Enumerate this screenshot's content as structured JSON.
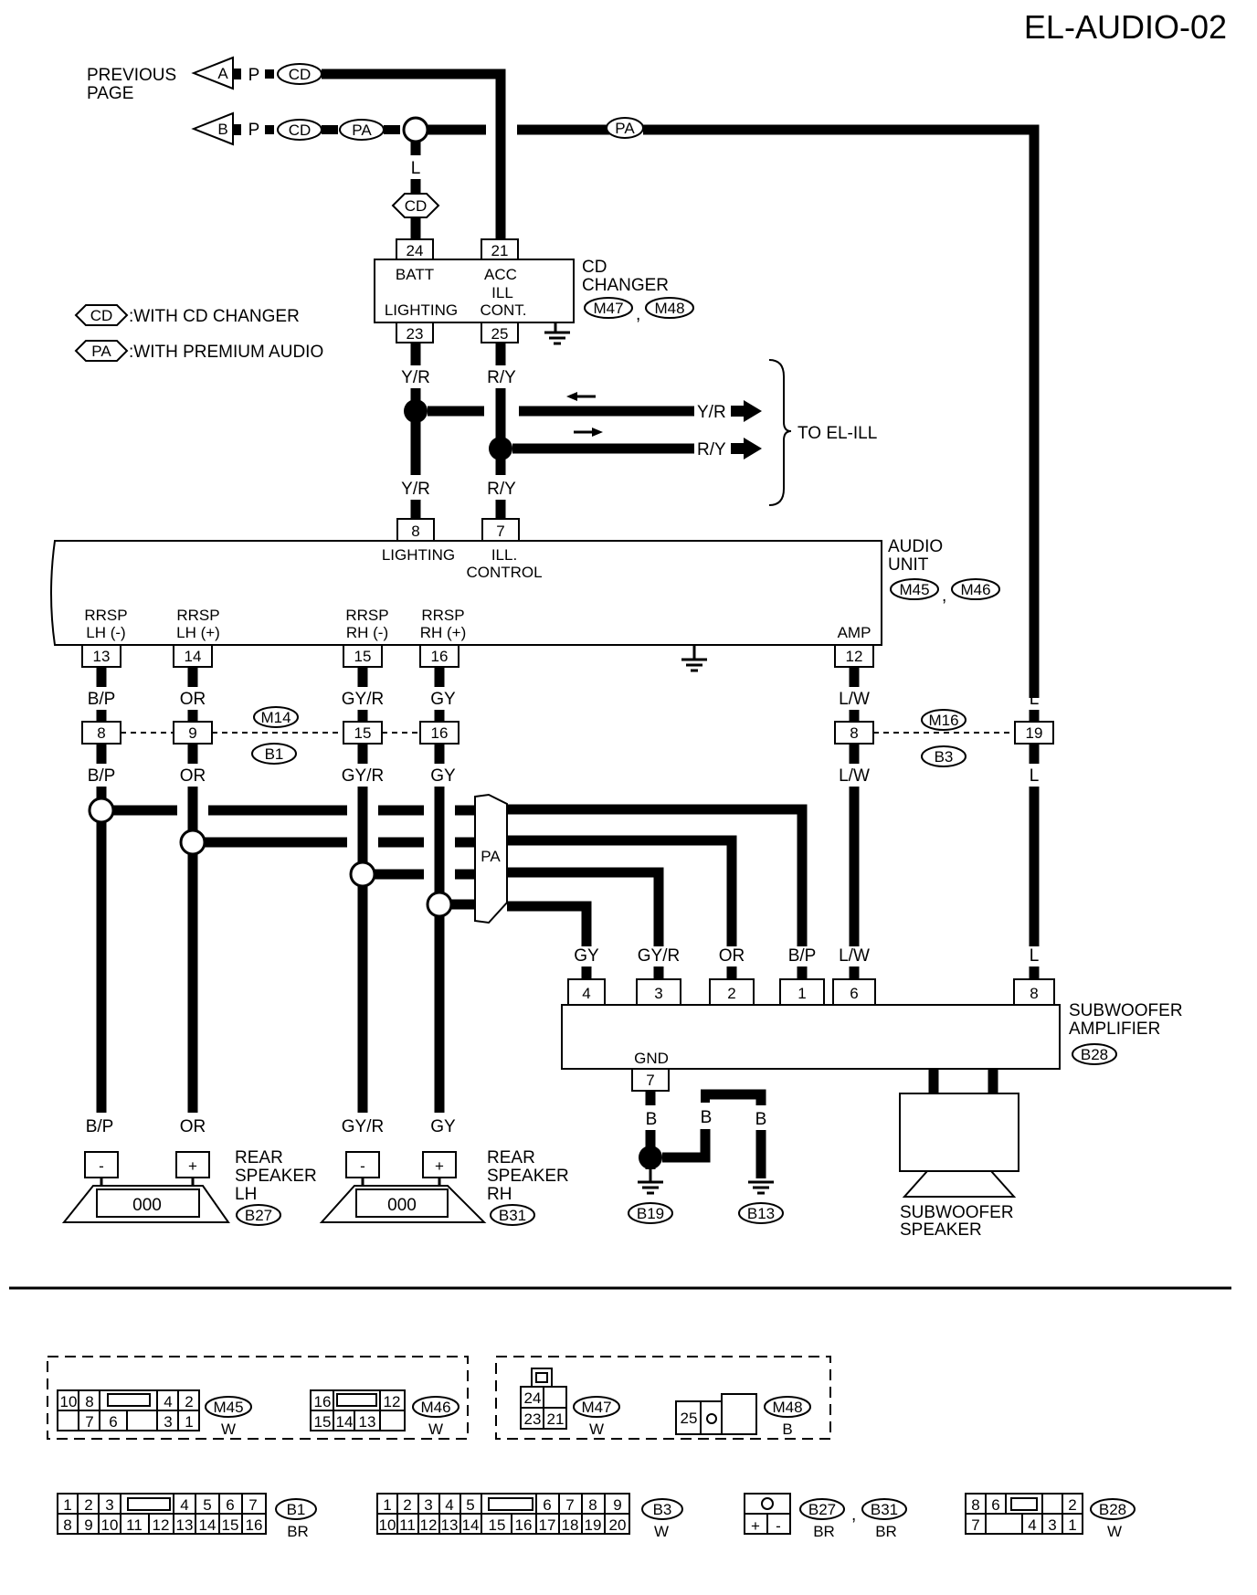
{
  "title": "EL-AUDIO-02",
  "previous_page": [
    "PREVIOUS",
    "PAGE"
  ],
  "arrows": {
    "a": "A",
    "b": "B"
  },
  "legend": {
    "cd": "CD",
    "pa": "PA",
    "cd_text": ":WITH CD CHANGER",
    "pa_text": ":WITH PREMIUM AUDIO"
  },
  "to_el_ill": "TO EL-ILL",
  "cd_changer": {
    "name": [
      "CD",
      "CHANGER"
    ],
    "connectors": [
      "M47",
      "M48"
    ],
    "labels": {
      "batt": "BATT",
      "acc": "ACC",
      "ill": "ILL",
      "lighting": "LIGHTING",
      "cont": "CONT."
    },
    "pins": {
      "batt": "24",
      "acc": "21",
      "lighting": "23",
      "ill": "25"
    }
  },
  "audio_unit": {
    "name": [
      "AUDIO",
      "UNIT"
    ],
    "connectors": [
      "M45",
      "M46"
    ],
    "labels": {
      "lighting": "LIGHTING",
      "ill": "ILL.",
      "control": "CONTROL",
      "rrsp_lh_neg": [
        "RRSP",
        "LH (-)"
      ],
      "rrsp_lh_pos": [
        "RRSP",
        "LH (+)"
      ],
      "rrsp_rh_neg": [
        "RRSP",
        "RH (-)"
      ],
      "rrsp_rh_pos": [
        "RRSP",
        "RH (+)"
      ],
      "amp": "AMP"
    },
    "pins": {
      "lighting": "8",
      "ill": "7",
      "lh_neg": "13",
      "lh_pos": "14",
      "rh_neg": "15",
      "rh_pos": "16",
      "amp": "12"
    }
  },
  "joint_connectors": {
    "m14": "M14",
    "b1": "B1",
    "m16": "M16",
    "b3": "B3",
    "pins_left": [
      "8",
      "9",
      "15",
      "16"
    ],
    "pins_right": [
      "8",
      "19"
    ]
  },
  "wire_colors": {
    "p": "P",
    "l": "L",
    "yr": "Y/R",
    "ry": "R/Y",
    "bp": "B/P",
    "or": "OR",
    "gyr": "GY/R",
    "gy": "GY",
    "lw": "L/W",
    "b": "B"
  },
  "pa_label": "PA",
  "subwoofer_amplifier": {
    "name": [
      "SUBWOOFER",
      "AMPLIFIER"
    ],
    "connector": "B28",
    "pins": [
      "4",
      "3",
      "2",
      "1",
      "6",
      "8"
    ],
    "gnd": "GND",
    "gnd_pin": "7"
  },
  "rear_speaker_lh": {
    "name": [
      "REAR",
      "SPEAKER",
      "LH"
    ],
    "connector": "B27",
    "neg": "-",
    "pos": "+"
  },
  "rear_speaker_rh": {
    "name": [
      "REAR",
      "SPEAKER",
      "RH"
    ],
    "connector": "B31",
    "neg": "-",
    "pos": "+"
  },
  "subwoofer_speaker": [
    "SUBWOOFER",
    "SPEAKER"
  ],
  "grounds": [
    "B19",
    "B13"
  ],
  "coil": "000",
  "connector_views": {
    "m45": {
      "id": "M45",
      "color": "W",
      "top": [
        "10",
        "8",
        "4",
        "2"
      ],
      "bottom": [
        "7",
        "6",
        "3",
        "1"
      ]
    },
    "m46": {
      "id": "M46",
      "color": "W",
      "top": [
        "16",
        "12"
      ],
      "bottom": [
        "15",
        "14",
        "13"
      ]
    },
    "m47": {
      "id": "M47",
      "color": "W",
      "top": [
        "24"
      ],
      "bottom": [
        "23",
        "21"
      ]
    },
    "m48": {
      "id": "M48",
      "color": "B",
      "pin": "25"
    },
    "b1": {
      "id": "B1",
      "color": "BR",
      "top": [
        "1",
        "2",
        "3",
        "4",
        "5",
        "6",
        "7"
      ],
      "bottom": [
        "8",
        "9",
        "10",
        "11",
        "12",
        "13",
        "14",
        "15",
        "16"
      ]
    },
    "b3": {
      "id": "B3",
      "color": "W",
      "top": [
        "1",
        "2",
        "3",
        "4",
        "5",
        "6",
        "7",
        "8",
        "9"
      ],
      "bottom": [
        "10",
        "11",
        "12",
        "13",
        "14",
        "15",
        "16",
        "17",
        "18",
        "19",
        "20"
      ]
    },
    "b27": {
      "id": "B27",
      "color": "BR",
      "pins": [
        "+",
        "-"
      ]
    },
    "b31": {
      "id": "B31",
      "color": "BR"
    },
    "b28": {
      "id": "B28",
      "color": "W",
      "top": [
        "8",
        "6",
        "2"
      ],
      "bottom": [
        "7",
        "4",
        "3",
        "1"
      ]
    }
  }
}
